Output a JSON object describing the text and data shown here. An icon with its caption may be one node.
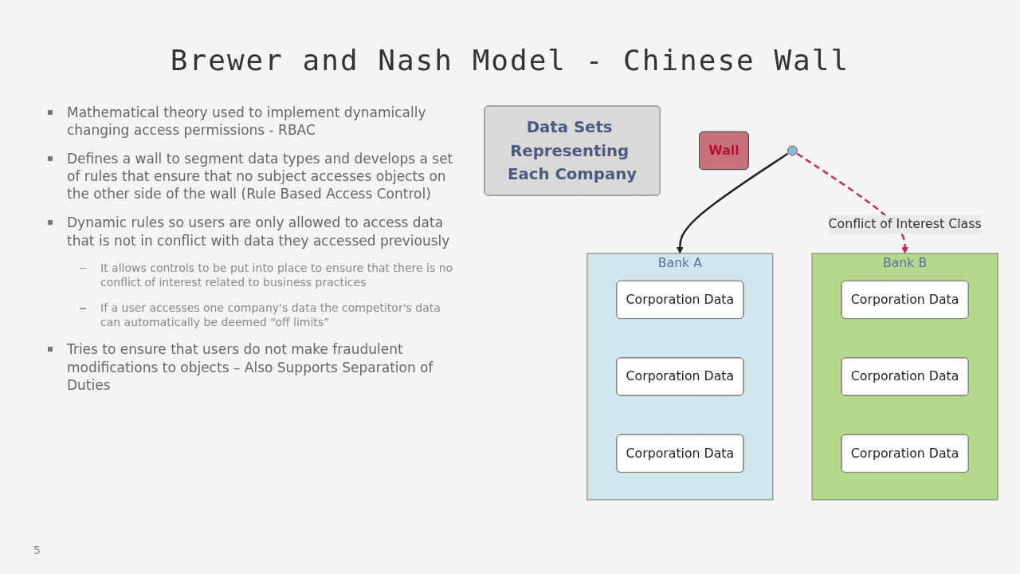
{
  "diagram": {
    "title": "Brewer and Nash Model - Chinese Wall",
    "nodes": [
      {
        "text": [
          "Data Sets Representing Each Company"
        ]
      },
      {
        "text": [
          "Bank A"
        ]
      },
      {
        "text": [
          "Corporation Data"
        ],
        "in": 1
      },
      {
        "text": [
          "Corporation Data"
        ],
        "in": 1
      },
      {
        "text": [
          "Corporation Data"
        ],
        "in": 1
      },
      {
        "text": [
          "Wall"
        ]
      },
      {
        "text": [
          "Bank B"
        ]
      },
      {
        "text": [
          "Corporation Data"
        ],
        "in": 6
      },
      {
        "text": [
          "Corporation Data"
        ],
        "in": 6
      },
      {
        "text": [
          "Corporation Data"
        ],
        "in": 6
      },
      {
        "text": [],
        "shape": "person"
      }
    ],
    "edges": [
      {
        "from": 10,
        "to": 1,
        "arrow": "to"
      },
      {
        "from": 10,
        "to": 6,
        "arrow": "to",
        "label": "Conflict of Interest Class",
        "style": "dashed",
        "color": "#c0304a"
      }
    ],
    "labels": [
      "Mathematical theory used to implement dynamically changing access permissions - RBAC",
      "Defines a wall to segment data types and develops a set of rules that ensure that no subject accesses objects on the other side of the wall (Rule Based Access Control)",
      "Dynamic rules so users are only allowed to access data that is not in conflict with data they accessed previously",
      "It allows controls to be put into place to ensure that there is no conflict of interest related to business practices",
      "If a user accesses one company's data the competitor's data can automatically be deemed “off limits”",
      "Tries to ensure that users do not make fraudulent modifications to objects – Also Supports Separation of Duties",
      "5"
    ]
  }
}
